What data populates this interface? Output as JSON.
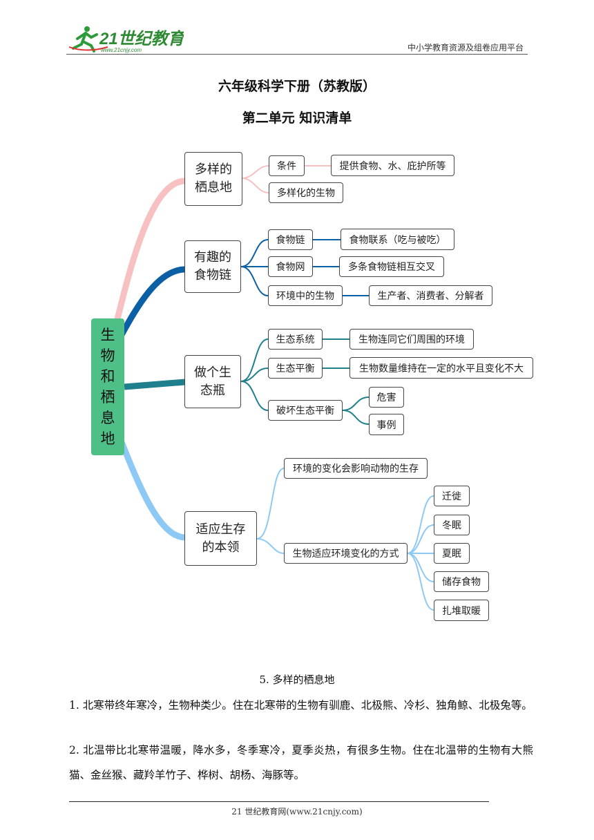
{
  "header": {
    "logo_text": "21世纪教育",
    "logo_url_text": "www.21cnjy.com",
    "right_text": "中小学教育资源及组卷应用平台"
  },
  "titles": {
    "main": "六年级科学下册（苏教版）",
    "sub": "第二单元  知识清单"
  },
  "mindmap": {
    "root": [
      "生",
      "物",
      "和",
      "栖",
      "息",
      "地"
    ],
    "b1": {
      "label": "多样的\n栖息地",
      "condition": "条件",
      "condition_detail": "提供食物、水、庇护所等",
      "diverse": "多样化的生物",
      "color": "#f7c1c1"
    },
    "b2": {
      "label": "有趣的\n食物链",
      "chain": "食物链",
      "chain_detail": "食物联系（吃与被吃）",
      "web": "食物网",
      "web_detail": "多条食物链相互交叉",
      "env": "环境中的生物",
      "env_detail": "生产者、消费者、分解者",
      "color": "#0b5fa5"
    },
    "b3": {
      "label": "做个生\n态瓶",
      "system": "生态系统",
      "system_detail": "生物连同它们周围的环境",
      "balance": "生态平衡",
      "balance_detail": "生物数量维持在一定的水平且变化不大",
      "destroy": "破坏生态平衡",
      "harm": "危害",
      "example": "事例",
      "color": "#1f7f8c"
    },
    "b4": {
      "label": "适应生存\n的本领",
      "change": "环境的变化会影响动物的生存",
      "ways": "生物适应环境变化的方式",
      "w1": "迁徙",
      "w2": "冬眠",
      "w3": "夏眠",
      "w4": "储存食物",
      "w5": "扎堆取暖",
      "color": "#8ec9f5"
    }
  },
  "content": {
    "section_title": "5. 多样的栖息地",
    "p1": "1. 北寒带终年寒冷，生物种类少。住在北寒带的生物有驯鹿、北极熊、冷杉、独角鲸、北极兔等。",
    "p2": "2. 北温带比北寒带温暖，降水多，冬季寒冷，夏季炎热，有很多生物。住在北温带的生物有大熊猫、金丝猴、藏羚羊竹子、桦树、胡杨、海豚等。"
  },
  "footer": {
    "text": "21 世纪教育网(www.21cnjy.com)"
  }
}
